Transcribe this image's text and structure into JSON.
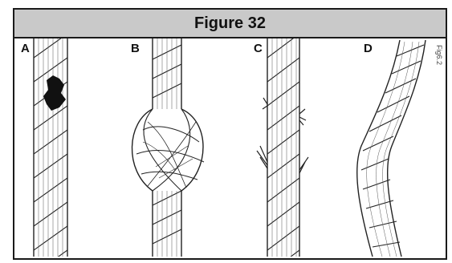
{
  "figure": {
    "title": "Figure 32",
    "code": "Fig6.2",
    "panels": [
      {
        "label": "A"
      },
      {
        "label": "B"
      },
      {
        "label": "C"
      },
      {
        "label": "D"
      }
    ]
  }
}
